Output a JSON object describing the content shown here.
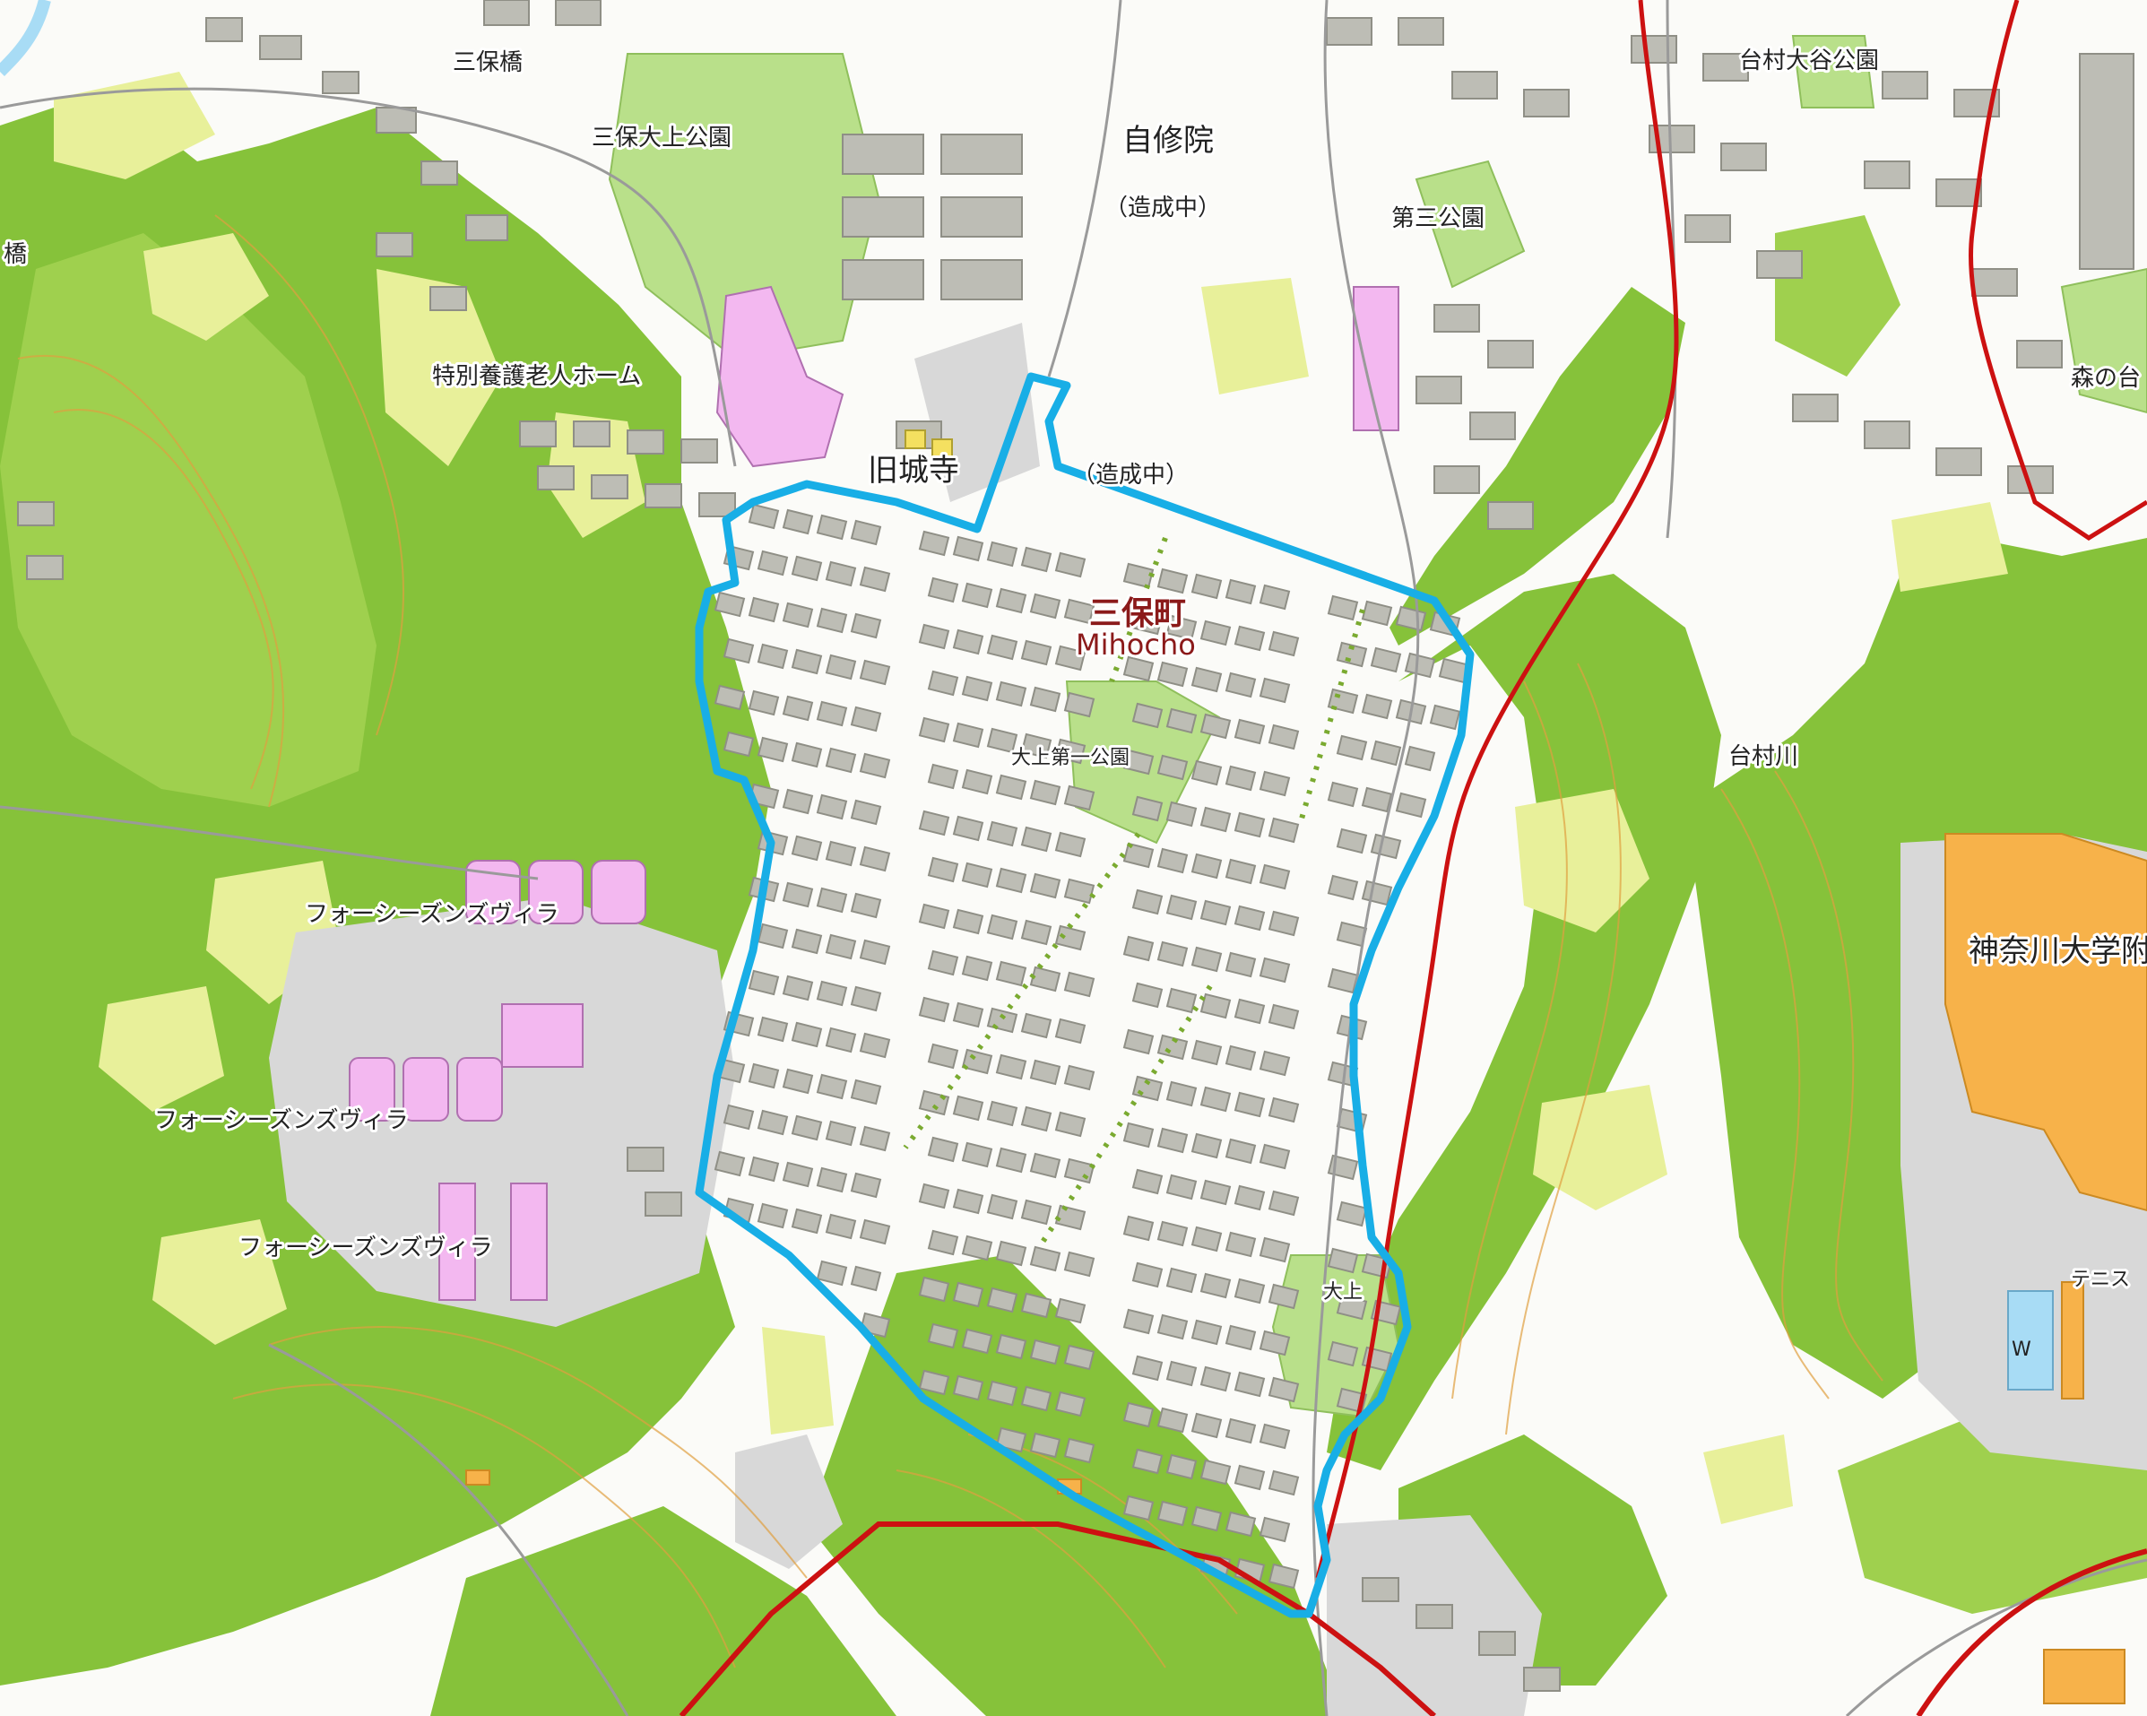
{
  "map": {
    "colors": {
      "boundary": "#18aee6",
      "admin_border": "#cc1111",
      "forest": "#86c23a",
      "park": "#b9e08a",
      "building": "#bdbdb5",
      "facility": "#f3b8f0",
      "school": "#f7b24a"
    },
    "town": {
      "name_ja": "三保町",
      "name_en": "Mihocho"
    },
    "labels": {
      "miho_bridge": "三保橋",
      "bridge_left": "橋",
      "miho_ooue_park": "三保大上公園",
      "jishuin": "自修院",
      "under_construction_1": "（造成中）",
      "under_construction_2": "（造成中）",
      "daisan_park": "第三公園",
      "taimura_ooya_park": "台村大谷公園",
      "nursing_home": "特別養護老人ホーム",
      "kyujoji": "旧城寺",
      "morinodai": "森の台",
      "ooue_daiichi_park": "大上第一公園",
      "taimura_river": "台村川",
      "four_seasons_1": "フォーシーズンズヴィラ",
      "four_seasons_2": "フォーシーズンズヴィラ",
      "four_seasons_3": "フォーシーズンズヴィラ",
      "kanagawa_univ": "神奈川大学附",
      "tennis": "テニス",
      "ooue": "大上",
      "w": "W"
    }
  }
}
